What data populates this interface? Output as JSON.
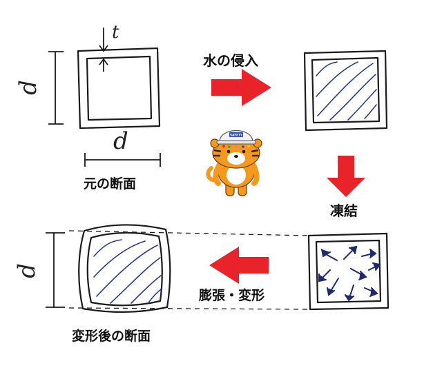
{
  "labels": {
    "original_section": "元の断面",
    "water_intrusion": "水の侵入",
    "freezing": "凍結",
    "expansion_deformation": "膨張・変形",
    "deformed_section": "変形後の断面"
  },
  "dimensions": {
    "thickness": "t",
    "depth": "d",
    "width": "d"
  },
  "mascot": {
    "helmet_text": "SAFETY"
  },
  "colors": {
    "arrow": "#e8232a",
    "ink": "#1a1a1a",
    "water_hatch": "#2c3a8a",
    "ice_arrows": "#1e2a6e",
    "mascot_orange": "#f39a1e",
    "helmet": "#f2f2f2"
  }
}
